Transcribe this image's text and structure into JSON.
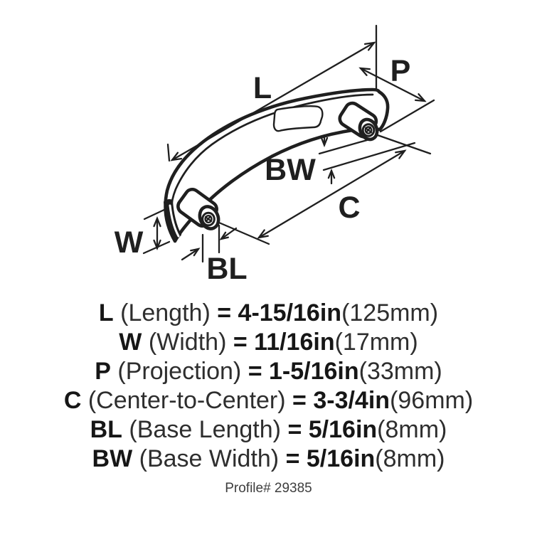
{
  "diagram": {
    "labels": {
      "L": "L",
      "P": "P",
      "BW": "BW",
      "C": "C",
      "W": "W",
      "BL": "BL"
    }
  },
  "specs": {
    "rows": [
      {
        "code": "L",
        "name": "(Length)",
        "eq": "=",
        "value": "4-15/16in",
        "metric": "(125mm)"
      },
      {
        "code": "W",
        "name": "(Width)",
        "eq": "=",
        "value": "11/16in",
        "metric": "(17mm)"
      },
      {
        "code": "P",
        "name": "(Projection)",
        "eq": "=",
        "value": "1-5/16in",
        "metric": "(33mm)"
      },
      {
        "code": "C",
        "name": "(Center-to-Center)",
        "eq": "=",
        "value": "3-3/4in",
        "metric": "(96mm)"
      },
      {
        "code": "BL",
        "name": "(Base Length)",
        "eq": "=",
        "value": "5/16in",
        "metric": "(8mm)"
      },
      {
        "code": "BW",
        "name": "(Base Width)",
        "eq": "=",
        "value": "5/16in",
        "metric": "(8mm)"
      }
    ],
    "profile": "Profile# 29385"
  },
  "colors": {
    "ink": "#1f1f1f",
    "background": "#ffffff"
  }
}
